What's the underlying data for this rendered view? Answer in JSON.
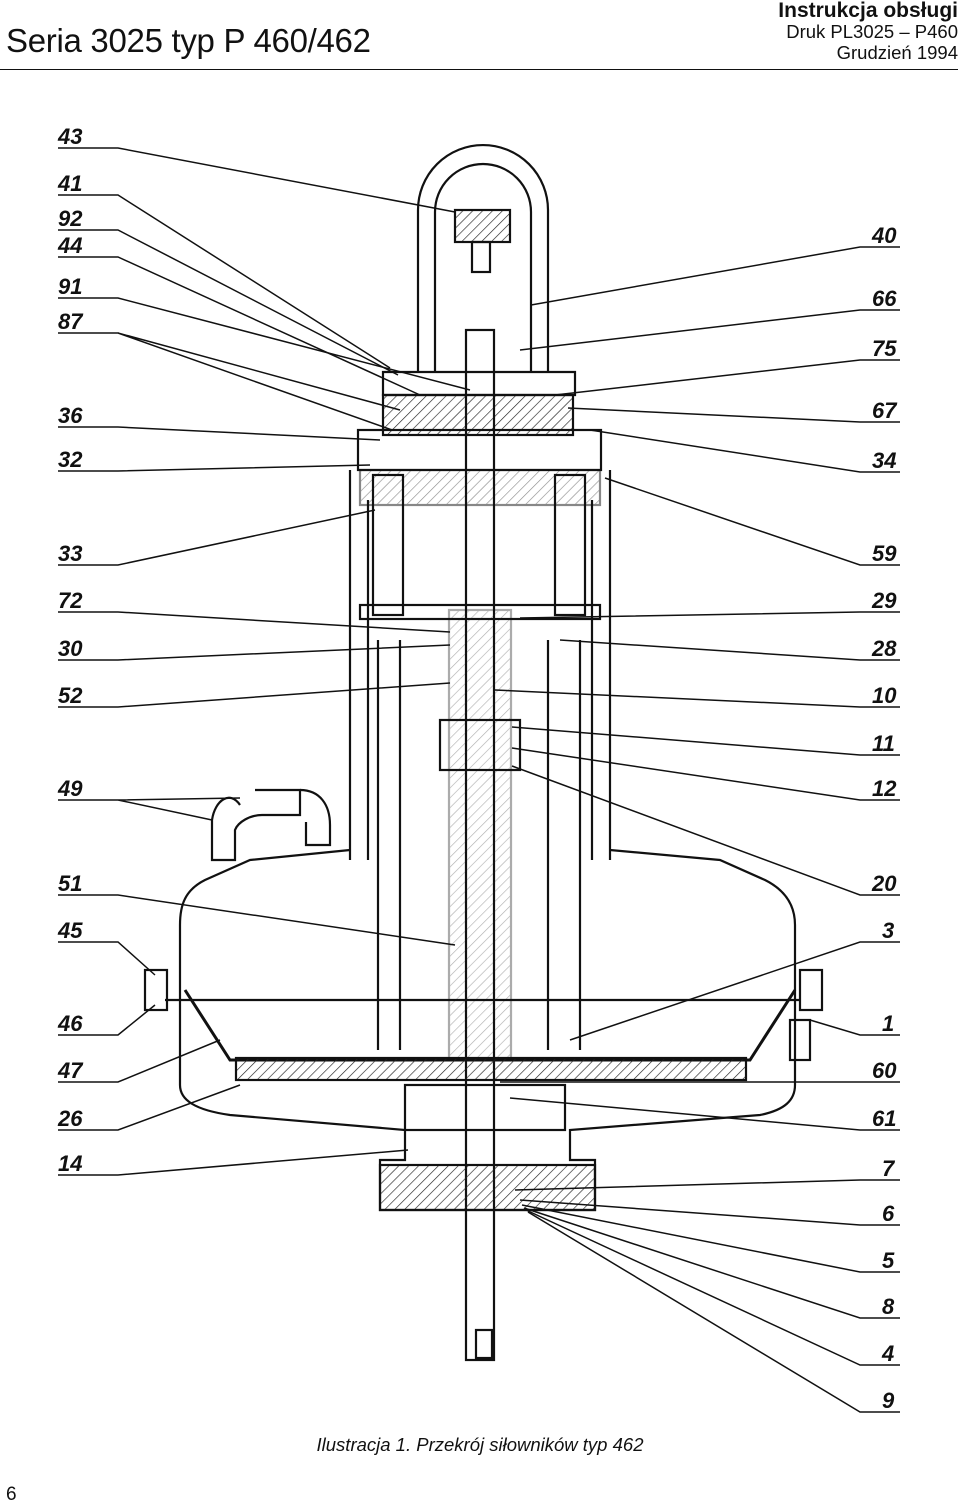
{
  "header": {
    "series_title": "Seria 3025 typ P 460/462",
    "manual_title": "Instrukcja obsługi",
    "print_code": "Druk PL3025 – P460",
    "date": "Grudzień 1994"
  },
  "figure": {
    "callouts_left": [
      "43",
      "41",
      "92",
      "44",
      "91",
      "87",
      "36",
      "32",
      "33",
      "72",
      "30",
      "52",
      "49",
      "51",
      "45",
      "46",
      "47",
      "26",
      "14"
    ],
    "callouts_right": [
      "40",
      "66",
      "75",
      "67",
      "34",
      "59",
      "29",
      "28",
      "10",
      "11",
      "12",
      "20",
      "3",
      "1",
      "60",
      "61",
      "7",
      "6",
      "5",
      "8",
      "4",
      "9"
    ],
    "caption": "Ilustracja 1. Przekrój siłowników typ 462"
  },
  "footer": {
    "page_number": "6"
  }
}
